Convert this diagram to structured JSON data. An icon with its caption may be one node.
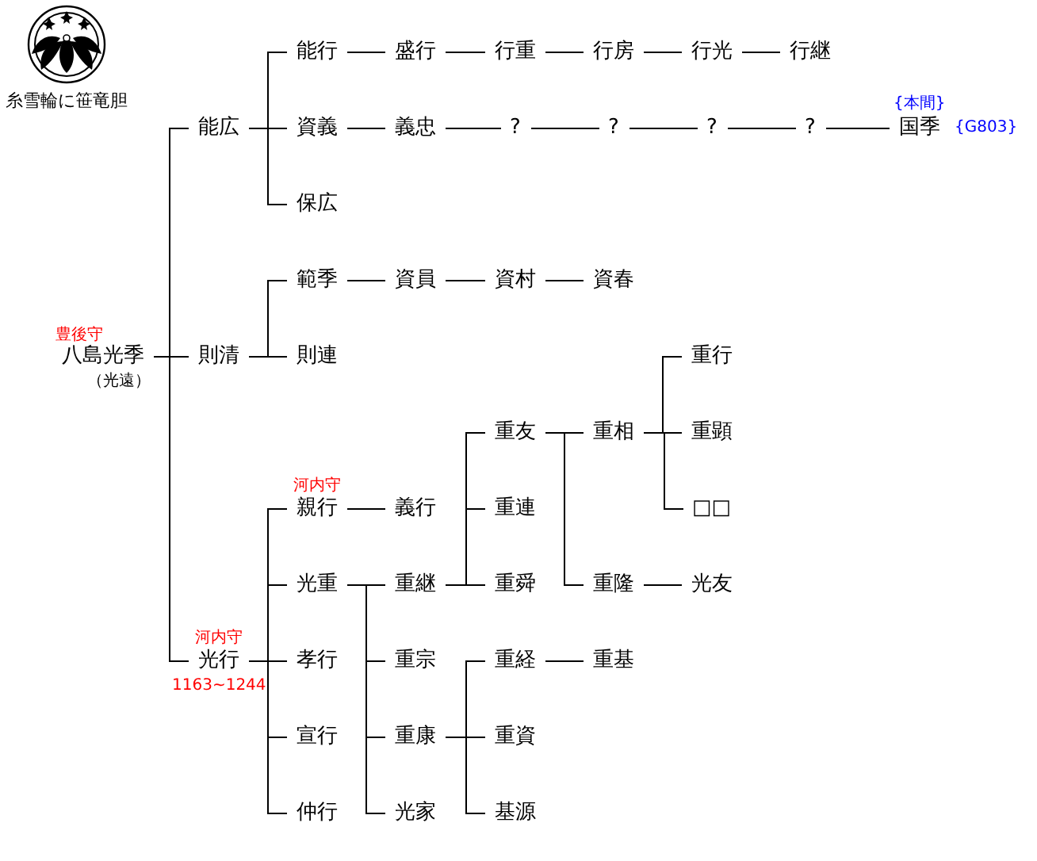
{
  "diagram": {
    "nodes": [
      {
        "text": [
          "八島光季"
        ],
        "beside": [
          "豊後守",
          "（光遠）"
        ]
      },
      {
        "text": [
          "能広"
        ]
      },
      {
        "text": [
          "能行"
        ]
      },
      {
        "text": [
          "盛行"
        ]
      },
      {
        "text": [
          "行重"
        ]
      },
      {
        "text": [
          "行房"
        ]
      },
      {
        "text": [
          "行光"
        ]
      },
      {
        "text": [
          "行継"
        ]
      },
      {
        "text": [
          "資義"
        ]
      },
      {
        "text": [
          "義忠"
        ]
      },
      {
        "text": [
          "?"
        ]
      },
      {
        "text": [
          "?"
        ]
      },
      {
        "text": [
          "?"
        ]
      },
      {
        "text": [
          "?"
        ]
      },
      {
        "text": [
          "国季"
        ],
        "beside": [
          "{本間}",
          "{G803}"
        ]
      },
      {
        "text": [
          "保広"
        ]
      },
      {
        "text": [
          "則清"
        ]
      },
      {
        "text": [
          "範季"
        ]
      },
      {
        "text": [
          "資員"
        ]
      },
      {
        "text": [
          "資村"
        ]
      },
      {
        "text": [
          "資春"
        ]
      },
      {
        "text": [
          "則連"
        ]
      },
      {
        "text": [
          "光行"
        ],
        "beside": [
          "河内守",
          "1163~1244"
        ]
      },
      {
        "text": [
          "親行"
        ],
        "beside": [
          "河内守"
        ]
      },
      {
        "text": [
          "義行"
        ]
      },
      {
        "text": [
          "重友"
        ]
      },
      {
        "text": [
          "重相"
        ]
      },
      {
        "text": [
          "重行"
        ]
      },
      {
        "text": [
          "重顕"
        ]
      },
      {
        "text": [
          "□□"
        ]
      },
      {
        "text": [
          "重連"
        ]
      },
      {
        "text": [
          "光重"
        ]
      },
      {
        "text": [
          "重継"
        ]
      },
      {
        "text": [
          "重舜"
        ]
      },
      {
        "text": [
          "重隆"
        ]
      },
      {
        "text": [
          "光友"
        ]
      },
      {
        "text": [
          "孝行"
        ]
      },
      {
        "text": [
          "重宗"
        ]
      },
      {
        "text": [
          "重経"
        ]
      },
      {
        "text": [
          "重基"
        ]
      },
      {
        "text": [
          "宣行"
        ]
      },
      {
        "text": [
          "重康"
        ]
      },
      {
        "text": [
          "重資"
        ]
      },
      {
        "text": [
          "仲行"
        ]
      },
      {
        "text": [
          "光家"
        ]
      },
      {
        "text": [
          "基源"
        ]
      }
    ],
    "edges": [
      {
        "from": 0,
        "to": 1,
        "arrow": "none"
      },
      {
        "from": 0,
        "to": 16,
        "arrow": "none"
      },
      {
        "from": 0,
        "to": 22,
        "arrow": "none"
      },
      {
        "from": 1,
        "to": 2,
        "arrow": "none"
      },
      {
        "from": 1,
        "to": 8,
        "arrow": "none"
      },
      {
        "from": 1,
        "to": 15,
        "arrow": "none"
      },
      {
        "from": 2,
        "to": 3,
        "arrow": "none"
      },
      {
        "from": 3,
        "to": 4,
        "arrow": "none"
      },
      {
        "from": 4,
        "to": 5,
        "arrow": "none"
      },
      {
        "from": 5,
        "to": 6,
        "arrow": "none"
      },
      {
        "from": 6,
        "to": 7,
        "arrow": "none"
      },
      {
        "from": 8,
        "to": 9,
        "arrow": "none"
      },
      {
        "from": 9,
        "to": 10,
        "arrow": "none"
      },
      {
        "from": 10,
        "to": 11,
        "arrow": "none"
      },
      {
        "from": 11,
        "to": 12,
        "arrow": "none"
      },
      {
        "from": 12,
        "to": 13,
        "arrow": "none"
      },
      {
        "from": 13,
        "to": 14,
        "arrow": "none"
      },
      {
        "from": 16,
        "to": 17,
        "arrow": "none"
      },
      {
        "from": 16,
        "to": 21,
        "arrow": "none"
      },
      {
        "from": 17,
        "to": 18,
        "arrow": "none"
      },
      {
        "from": 18,
        "to": 19,
        "arrow": "none"
      },
      {
        "from": 19,
        "to": 20,
        "arrow": "none"
      },
      {
        "from": 22,
        "to": 23,
        "arrow": "none"
      },
      {
        "from": 22,
        "to": 31,
        "arrow": "none"
      },
      {
        "from": 22,
        "to": 36,
        "arrow": "none"
      },
      {
        "from": 22,
        "to": 40,
        "arrow": "none"
      },
      {
        "from": 22,
        "to": 43,
        "arrow": "none"
      },
      {
        "from": 23,
        "to": 24,
        "arrow": "none"
      },
      {
        "from": 31,
        "to": 32,
        "arrow": "none"
      },
      {
        "from": 31,
        "to": 37,
        "arrow": "none"
      },
      {
        "from": 31,
        "to": 41,
        "arrow": "none"
      },
      {
        "from": 31,
        "to": 44,
        "arrow": "none"
      },
      {
        "from": 32,
        "to": 25,
        "arrow": "none"
      },
      {
        "from": 32,
        "to": 30,
        "arrow": "none"
      },
      {
        "from": 32,
        "to": 33,
        "arrow": "none"
      },
      {
        "from": 25,
        "to": 26,
        "arrow": "none"
      },
      {
        "from": 25,
        "to": 34,
        "arrow": "none"
      },
      {
        "from": 26,
        "to": 27,
        "arrow": "none"
      },
      {
        "from": 26,
        "to": 28,
        "arrow": "none"
      },
      {
        "from": 26,
        "to": 29,
        "arrow": "none"
      },
      {
        "from": 34,
        "to": 35,
        "arrow": "none"
      },
      {
        "from": 41,
        "to": 38,
        "arrow": "none"
      },
      {
        "from": 41,
        "to": 42,
        "arrow": "none"
      },
      {
        "from": 41,
        "to": 45,
        "arrow": "none"
      },
      {
        "from": 38,
        "to": 39,
        "arrow": "none"
      }
    ],
    "labels": [
      "糸雪輪に笹竜胆"
    ]
  }
}
